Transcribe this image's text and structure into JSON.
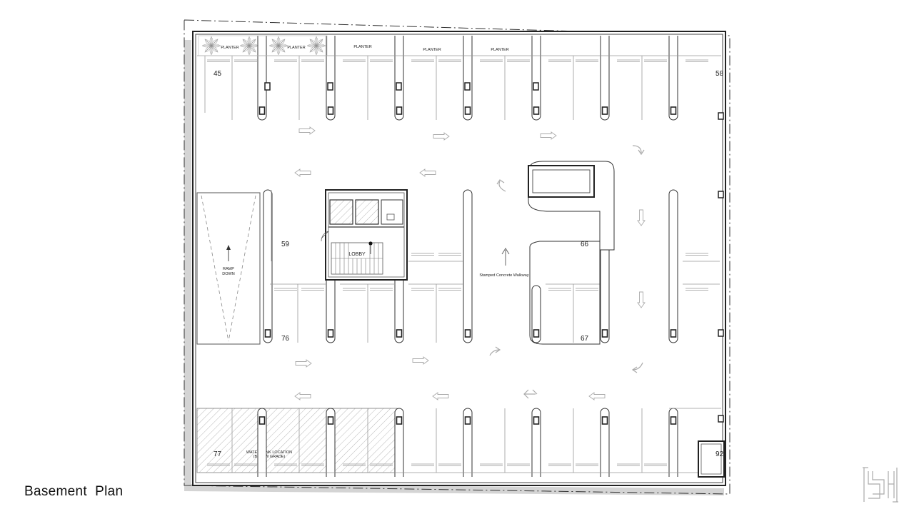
{
  "title": "Basement  Plan",
  "labels": {
    "planters": [
      "PLANTER",
      "PLANTER",
      "PLANTER",
      "PLANTER",
      "PLANTER"
    ],
    "ramp_line1": "RAMP",
    "ramp_line2": "DOWN",
    "lobby": "LOBBY",
    "walkway": "Stamped Concrete Walkway",
    "water_tank_line1": "WATER TANK LOCATION",
    "water_tank_line2": "(BELOW GRADE)"
  },
  "stall_numbers": [
    "45",
    "58",
    "59",
    "66",
    "76",
    "67",
    "77",
    "92"
  ],
  "logo_icon": "studio-monogram-logo"
}
